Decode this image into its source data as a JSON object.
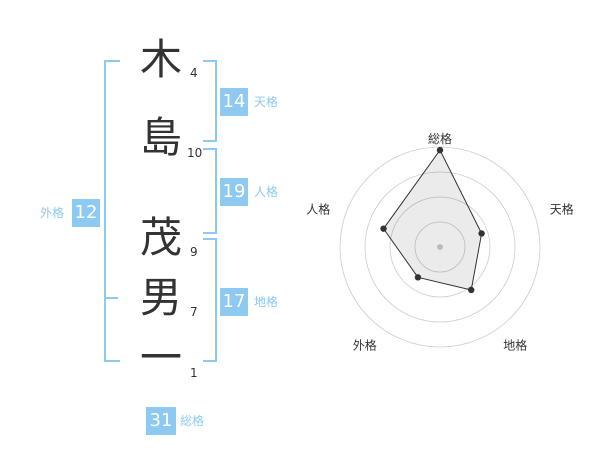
{
  "name": {
    "characters": [
      {
        "char": "木",
        "strokes": "4"
      },
      {
        "char": "島",
        "strokes": "10"
      },
      {
        "char": "茂",
        "strokes": "9"
      },
      {
        "char": "男",
        "strokes": "7"
      },
      {
        "char": "一",
        "strokes": "1"
      }
    ]
  },
  "scores": {
    "tenkaku": {
      "label": "天格",
      "value": "14"
    },
    "jinkaku": {
      "label": "人格",
      "value": "19"
    },
    "chikaku": {
      "label": "地格",
      "value": "17"
    },
    "gaikaku": {
      "label": "外格",
      "value": "12"
    },
    "soukaku": {
      "label": "総格",
      "value": "31"
    }
  },
  "colors": {
    "accent": "#8dc9f0",
    "text": "#333333",
    "grid": "#cccccc"
  },
  "chart_data": {
    "type": "radar",
    "axes": [
      "総格",
      "天格",
      "地格",
      "外格",
      "人格"
    ],
    "values": [
      31,
      14,
      17,
      12,
      19
    ],
    "rings": 4,
    "grid": true
  }
}
